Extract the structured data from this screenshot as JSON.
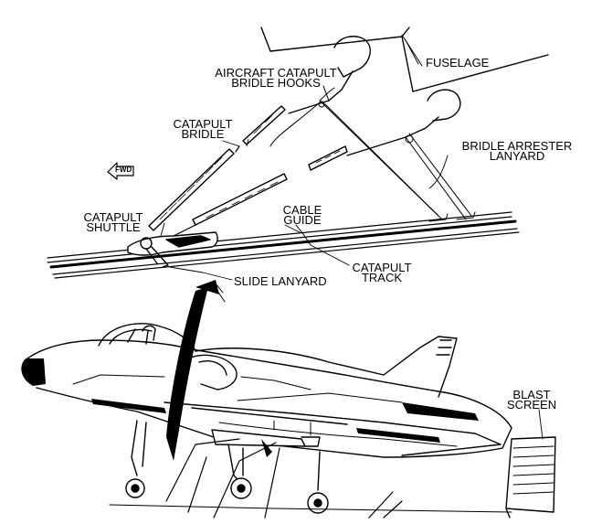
{
  "labels": {
    "fuselage": "FUSELAGE",
    "bridle_hooks": [
      "AIRCRAFT CATAPULT",
      "BRIDLE HOOKS"
    ],
    "catapult_bridle": [
      "CATAPULT",
      "BRIDLE"
    ],
    "bridle_arrester_lanyard": [
      "BRIDLE ARRESTER",
      "LANYARD"
    ],
    "fwd_arrow": "FWD",
    "cable_guide": [
      "CABLE",
      "GUIDE"
    ],
    "catapult_shuttle": [
      "CATAPULT",
      "SHUTTLE"
    ],
    "catapult_track": [
      "CATAPULT",
      "TRACK"
    ],
    "slide_lanyard": "SLIDE LANYARD",
    "blast_screen": [
      "BLAST",
      "SCREEN"
    ]
  }
}
